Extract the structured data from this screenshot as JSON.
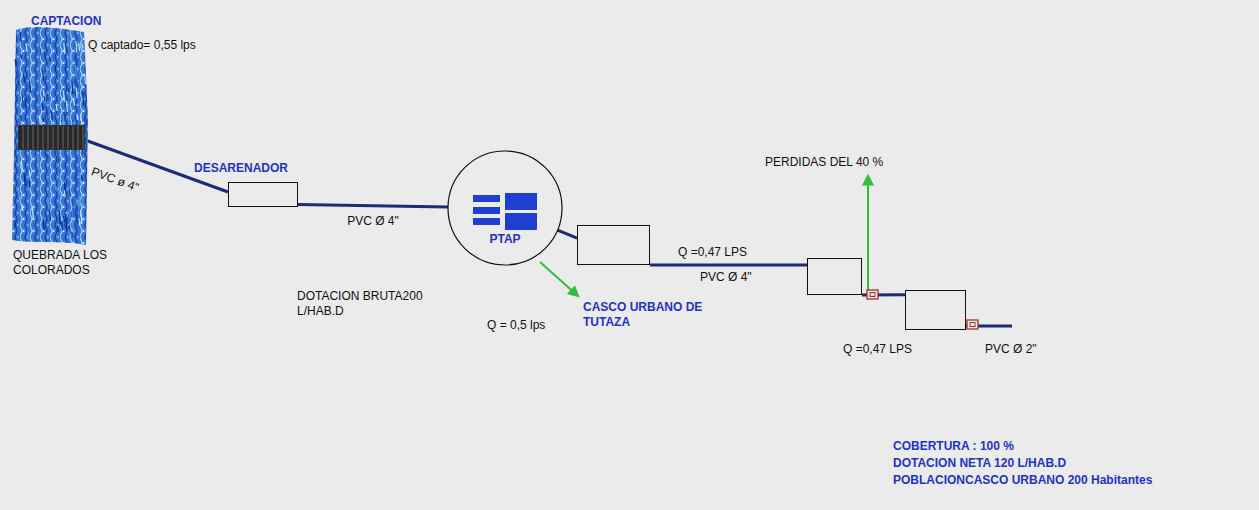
{
  "diagram": {
    "nodes": [
      {
        "text": [
          "CAPTACION",
          "QUEBRADA LOS COLORADOS"
        ]
      },
      {
        "text": [
          "DESARENADOR"
        ]
      },
      {
        "text": [
          "PTAP"
        ]
      },
      {
        "text": []
      },
      {
        "text": []
      },
      {
        "text": []
      }
    ],
    "edges": [
      {
        "from": 0,
        "to": 1,
        "label": "PVC ø 4\"",
        "arrow": "none"
      },
      {
        "from": 1,
        "to": 2,
        "label": "PVC Ø 4\"",
        "arrow": "none"
      },
      {
        "from": 2,
        "to": 3,
        "arrow": "none"
      },
      {
        "from": 3,
        "to": 4,
        "label": "Q =0,47 LPS",
        "arrow": "none"
      },
      {
        "from": 4,
        "to": 5,
        "arrow": "none"
      }
    ],
    "labels": [
      "Q captado= 0,55 lps",
      "DOTACION BRUTA200 L/HAB.D",
      "Q = 0,5 lps",
      "CASCO URBANO DE TUTAZA",
      "PVC Ø 4\"",
      "PERDIDAS DEL 40 %",
      "Q =0,47 LPS",
      "PVC Ø 2\"",
      "COBERTURA : 100 %",
      "DOTACION NETA 120 L/HAB.D",
      "POBLACIONCASCO URBANO 200 Habitantes"
    ]
  }
}
